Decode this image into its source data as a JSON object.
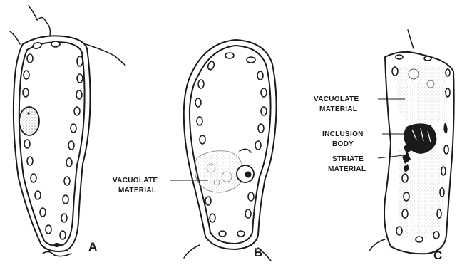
{
  "figure": {
    "panels": [
      {
        "id": "A",
        "letter": "A"
      },
      {
        "id": "B",
        "letter": "B",
        "labels": [
          "VACUOLATE",
          "MATERIAL"
        ]
      },
      {
        "id": "C",
        "letter": "C",
        "labels": [
          [
            "VACUOLATE",
            "MATERIAL"
          ],
          [
            "INCLUSION",
            "BODY"
          ],
          [
            "STRIATE",
            "MATERIAL"
          ]
        ]
      }
    ],
    "colors": {
      "ink": "#1a1a1a",
      "background": "#ffffff",
      "stipple": "#9a9a9a"
    }
  }
}
